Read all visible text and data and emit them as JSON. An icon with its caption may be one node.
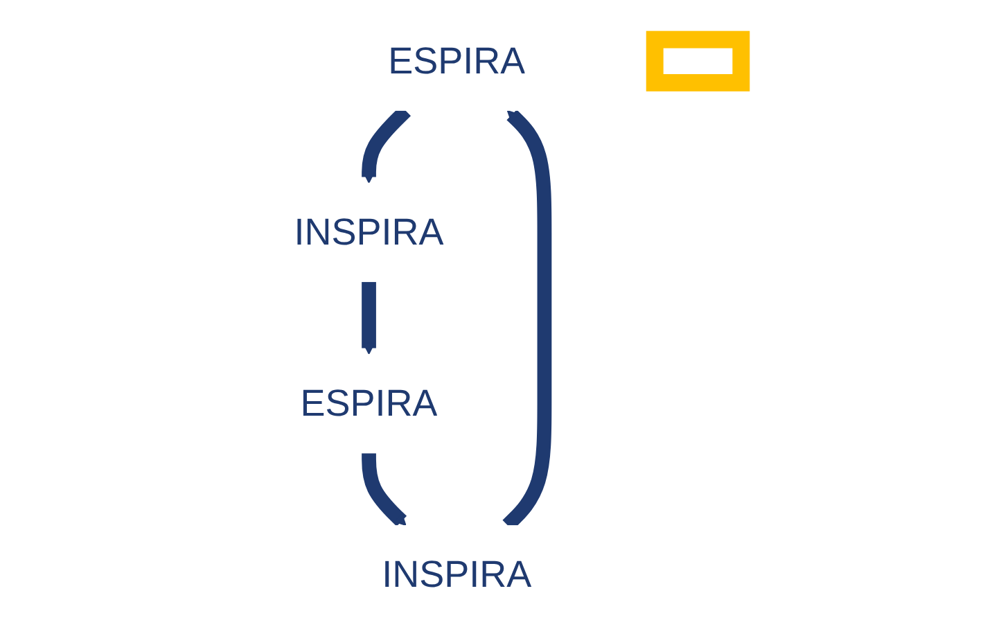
{
  "diagram": {
    "nodes": [
      {
        "text": [
          "ESPIRA"
        ]
      },
      {
        "text": [
          "INSPIRA"
        ]
      },
      {
        "text": [],
        "shape": "box"
      },
      {
        "text": [
          "INSPIRA"
        ]
      },
      {
        "text": [
          "ESPIRA"
        ]
      }
    ],
    "edges": [
      {
        "from": 1,
        "to": 0,
        "arrow": "to"
      },
      {
        "from": 0,
        "to": 3,
        "arrow": "to"
      },
      {
        "from": 3,
        "to": 4,
        "arrow": "to"
      },
      {
        "from": 4,
        "to": 1,
        "arrow": "to"
      }
    ]
  }
}
